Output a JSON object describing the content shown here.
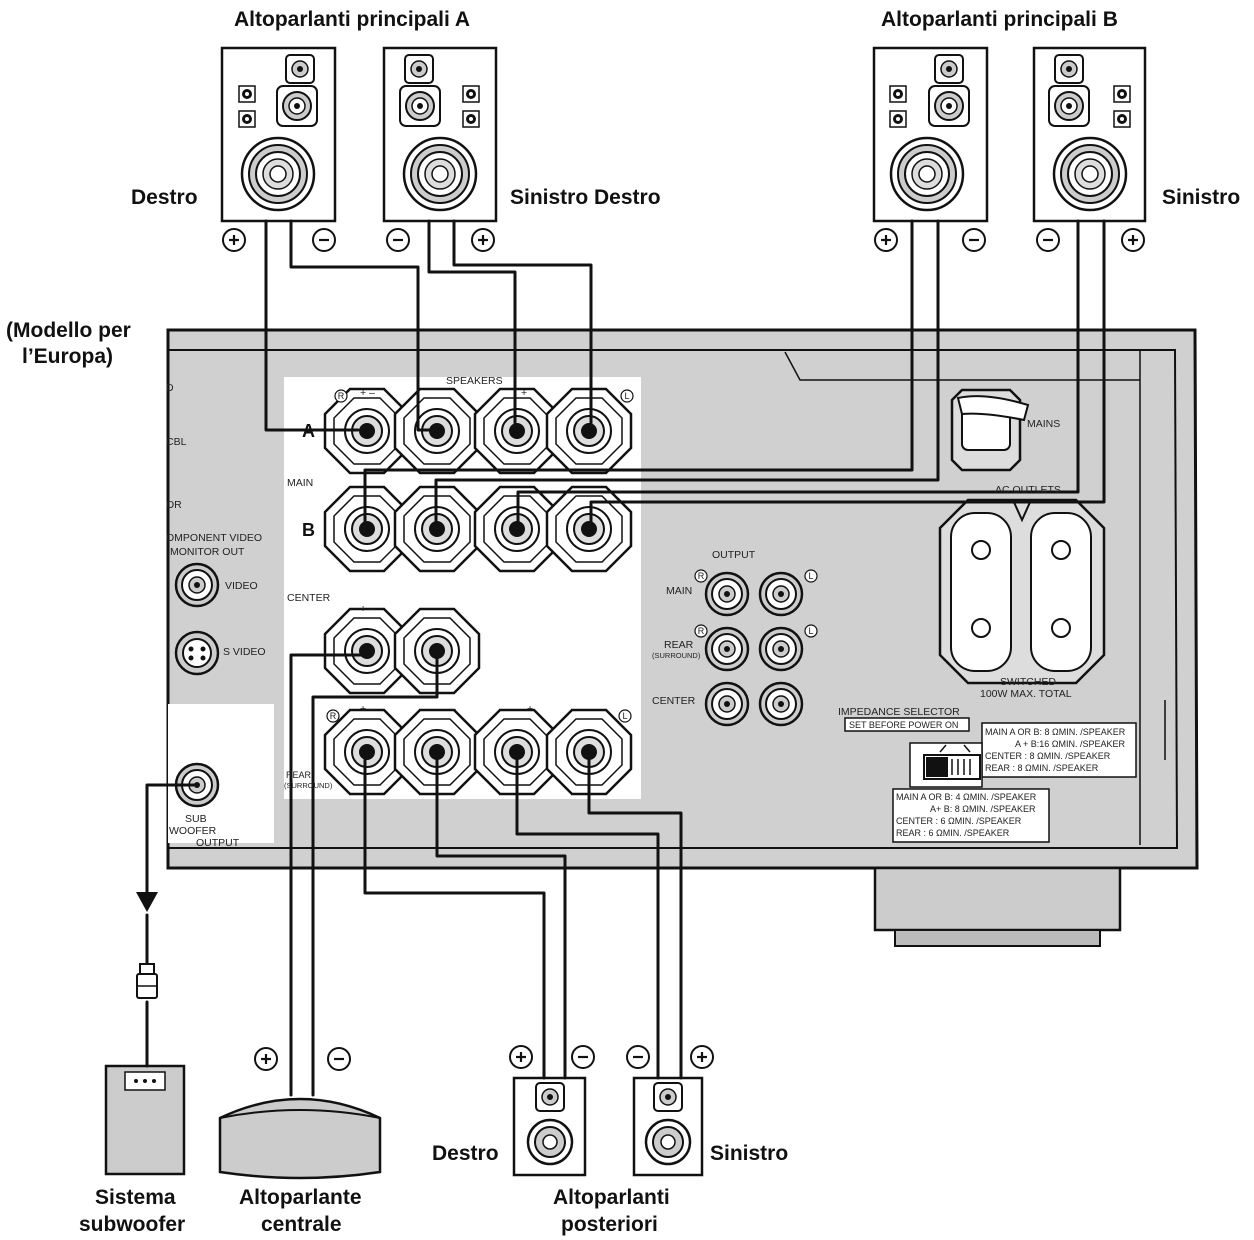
{
  "labels": {
    "main_a_title": "Altoparlanti principali A",
    "main_b_title": "Altoparlanti principali B",
    "a_right": "Destro",
    "a_left_b_right": "Sinistro Destro",
    "b_left": "Sinistro",
    "model_line1": "(Modello per",
    "model_line2": "l’Europa)",
    "rear_right": "Destro",
    "rear_left": "Sinistro",
    "sub_line1": "Sistema",
    "sub_line2": "subwoofer",
    "center_line1": "Altoparlante",
    "center_line2": "centrale",
    "rear_line1": "Altoparlanti",
    "rear_line2": "posteriori"
  },
  "panel": {
    "speakers": "SPEAKERS",
    "a": "A",
    "b": "B",
    "main": "MAIN",
    "center": "CENTER",
    "rear_surround_1": "REAR",
    "rear_surround_2": "(SURROUND)",
    "component_video_1": "OMPONENT VIDEO",
    "component_video_2": "MONITOR OUT",
    "video": "VIDEO",
    "s_video": "S VIDEO",
    "sub_1": "SUB",
    "sub_2": "WOOFER",
    "sub_3": "OUTPUT",
    "cbl": "CBL",
    "edge_d": "D",
    "edge_or": "OR",
    "output": "OUTPUT",
    "out_main": "MAIN",
    "out_rear_1": "REAR",
    "out_rear_2": "(SURROUND)",
    "out_center": "CENTER",
    "mains": "MAINS",
    "ac_outlets": "AC OUTLETS",
    "switched_1": "SWITCHED",
    "switched_2": "100W MAX. TOTAL",
    "impedance_1": "IMPEDANCE SELECTOR",
    "impedance_2": "SET BEFORE POWER ON",
    "imp_top": [
      "MAIN A OR B: 8 ΩMIN. /SPEAKER",
      "A + B:16 ΩMIN. /SPEAKER",
      "CENTER        : 8 ΩMIN. /SPEAKER",
      "REAR           : 8 ΩMIN. /SPEAKER"
    ],
    "imp_bottom": [
      "MAIN A OR B: 4 ΩMIN. /SPEAKER",
      "A+ B: 8 ΩMIN. /SPEAKER",
      "CENTER        : 6 ΩMIN. /SPEAKER",
      "REAR           : 6 ΩMIN. /SPEAKER"
    ],
    "mark_r": "R",
    "mark_l": "L",
    "plus_minus": "+ –",
    "plus": "+",
    "minus": "–"
  },
  "polarity": {
    "plus": "+",
    "minus": "–"
  }
}
